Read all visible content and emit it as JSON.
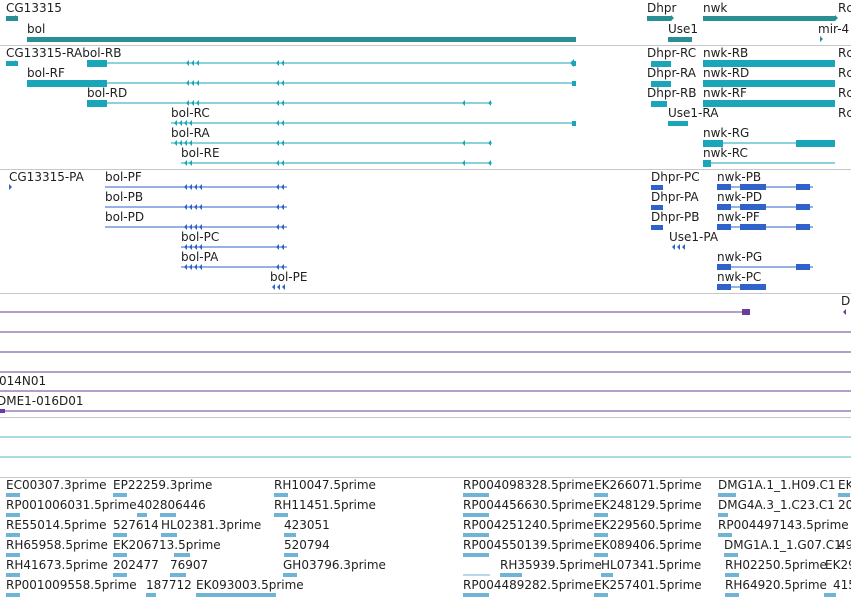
{
  "colors": {
    "gene": "#2a8f95",
    "transcript": "#1aa5b8",
    "protein": "#2f63c9",
    "clone": "#6a3d9a",
    "assembly": "#5ab4c7",
    "est": "#6fb3d6"
  },
  "tracks": {
    "genes": {
      "labels": {
        "cg13315": "CG13315",
        "bol": "bol",
        "dhpr": "Dhpr",
        "nwk": "nwk",
        "use1": "Use1",
        "rc": "Rc",
        "mir": "mir-4"
      }
    },
    "transcripts": {
      "labels": {
        "cg13315_ra_bol_rb": "CG13315-RAbol-RB",
        "bol_rf": "bol-RF",
        "bol_rd": "bol-RD",
        "bol_rc": "bol-RC",
        "bol_ra": "bol-RA",
        "bol_re": "bol-RE",
        "dhpr_rc": "Dhpr-RC",
        "dhpr_ra": "Dhpr-RA",
        "dhpr_rb": "Dhpr-RB",
        "use1_ra": "Use1-RA",
        "nwk_rb": "nwk-RB",
        "nwk_rd": "nwk-RD",
        "nwk_rf": "nwk-RF",
        "nwk_rg": "nwk-RG",
        "nwk_rc": "nwk-RC",
        "rc1": "Rc",
        "rc2": "Rc",
        "rc3": "Rc",
        "rc4": "Rc"
      }
    },
    "proteins": {
      "labels": {
        "cg13315_pa": "CG13315-PA",
        "bol_pf": "bol-PF",
        "bol_pb": "bol-PB",
        "bol_pd": "bol-PD",
        "bol_pc": "bol-PC",
        "bol_pa": "bol-PA",
        "bol_pe": "bol-PE",
        "dhpr_pc": "Dhpr-PC",
        "dhpr_pa": "Dhpr-PA",
        "dhpr_pb": "Dhpr-PB",
        "use1_pa": "Use1-PA",
        "nwk_pb": "nwk-PB",
        "nwk_pd": "nwk-PD",
        "nwk_pf": "nwk-PF",
        "nwk_pg": "nwk-PG",
        "nwk_pc": "nwk-PC"
      }
    },
    "clones": {
      "labels": {
        "d_right": "D",
        "clone_014n01": "014N01",
        "clone_016d01": "DME1-016D01"
      }
    },
    "ests": {
      "rows": [
        [
          "EC00307.3prime",
          "EP22259.3prime",
          "RH10047.5prime",
          "RP004098328.5prime",
          "EK266071.5prime",
          "DMG1A.1_1.H09.C1",
          "EK"
        ],
        [
          "RP001006031.5prime",
          "402806446",
          "RH11451.5prime",
          "RP004456630.5prime",
          "EK248129.5prime",
          "DMG4A.3_1.C23.C1",
          "20"
        ],
        [
          "RE55014.5prime",
          "527614",
          "HL02381.3prime",
          "423051",
          "RP004251240.5prime",
          "EK229560.5prime",
          "RP004497143.5prime"
        ],
        [
          "RH65958.5prime",
          "EK206713.5prime",
          "520794",
          "RP004550139.5prime",
          "EK089406.5prime",
          "DMG1A.1_1.G07.C1",
          "49"
        ],
        [
          "RH41673.5prime",
          "202477",
          "76907",
          "GH03796.3prime",
          "RH35939.5prime",
          "HL07341.5prime",
          "RH02250.5prime",
          "EK29"
        ],
        [
          "RP001009558.5prime",
          "187712",
          "EK093003.5prime",
          "RP004489282.5prime",
          "EK257401.5prime",
          "RH64920.5prime",
          "415"
        ]
      ]
    }
  }
}
